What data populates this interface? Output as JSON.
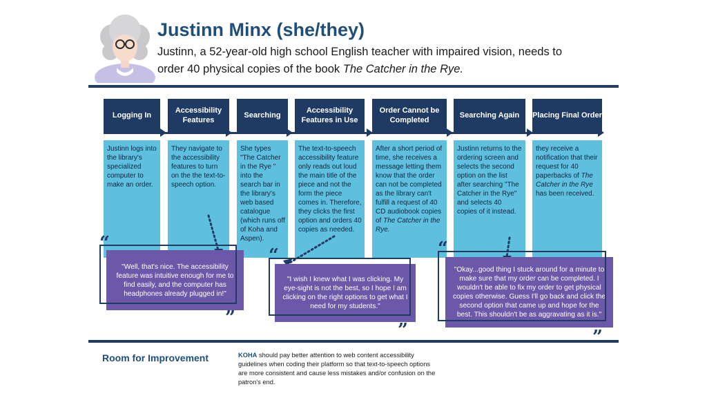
{
  "persona": {
    "name": "Justinn Minx (she/they)",
    "description_line1": "Justinn, a 52-year-old high school English teacher with impaired vision, needs to",
    "description_line2_prefix": "order 40 physical copies of the book ",
    "book_title": "The Catcher in the Rye."
  },
  "steps": [
    {
      "title": "Logging In",
      "body": "Justinn logs into the library's specialized computer to make an order."
    },
    {
      "title": "Accessibility Features",
      "body": "They navigate to the accessibility features to turn on the the text-to-speech option."
    },
    {
      "title": "Searching",
      "body": "She types \"The Catcher in the Rye \" into the search bar in the library's web based catalogue (which runs off of Koha and Aspen)."
    },
    {
      "title": "Accessibility Features in Use",
      "body": "The text-to-speech accessibility feature only reads out loud the main title of the piece and not the form the piece comes in. Therefore, they clicks the first option and orders 40 copies as needed."
    },
    {
      "title": "Order Cannot be Completed",
      "body_prefix": "After a short period of time, she receives a message letting them know that the order can not be completed as the library can't fulfill a request of 40 CD audiobook copies of ",
      "body_italic": "The Catcher in the Rye."
    },
    {
      "title": "Searching Again",
      "body": "Justinn returns to the ordering screen and selects the second option on the list after searching \"The Catcher in the Rye\" and selects 40 copies of it instead."
    },
    {
      "title": "Placing Final Order",
      "body_prefix": "they receive a notification that their request for 40 paperbacks of ",
      "body_italic": "The Catcher in the Rye",
      "body_suffix": " has been received."
    }
  ],
  "quotes": [
    {
      "text": "\"Well, that's nice. The accessibility feature was intuitive enough for me to find easily, and the computer has headphones already plugged in!\""
    },
    {
      "text": "\"I wish I knew what I was clicking. My eye-sight is not the best, so I hope I am clicking on the right options to get what I need for my students.\""
    },
    {
      "text": "\"Okay...good thing I stuck around for a minute to make sure that my order can be completed. I wouldn't be able to fix my order to get physical copies otherwise. Guess I'll go back and click the second option that came up and hope for the best. This shouldn't be as aggravating as it is.\""
    }
  ],
  "quote_marks": {
    "open": "“",
    "close": "”"
  },
  "improvement": {
    "title": "Room for Improvement",
    "org": "KOHA",
    "text": " should pay better attention to web content accessibility guidelines when coding their platform so that text-to-speech options are more consistent and cause less mistakes and/or confusion on the patron's end."
  },
  "colors": {
    "navy": "#1f3b64",
    "sky": "#5ebfdf",
    "purple": "#6b58a8",
    "title_blue": "#1f4e79"
  },
  "icons": [
    "avatar-icon",
    "arrow-icon",
    "quote-mark-icon"
  ]
}
